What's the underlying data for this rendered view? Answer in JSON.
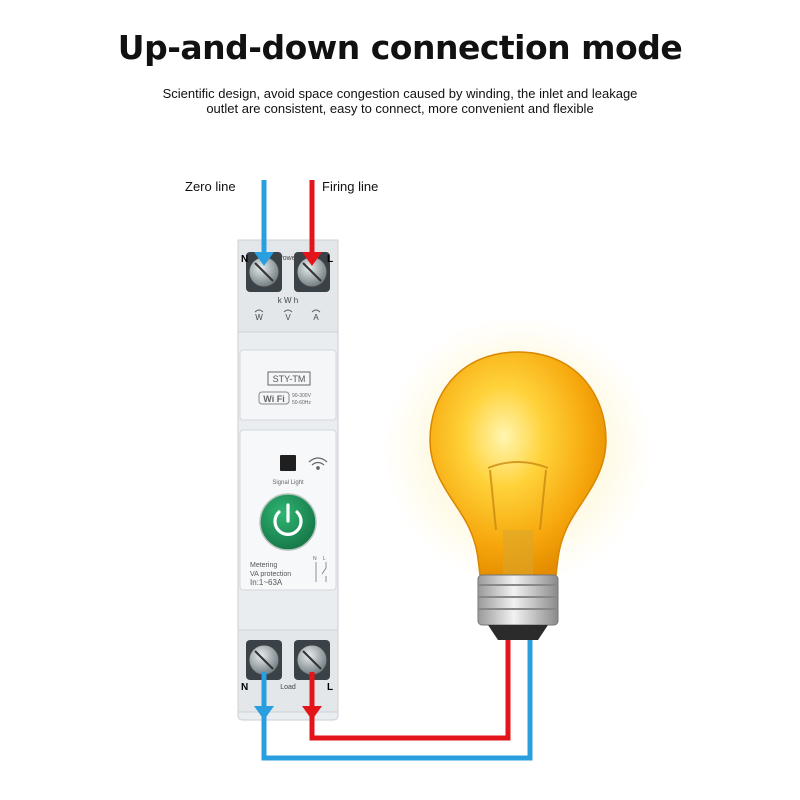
{
  "title": "Up-and-down connection mode",
  "subtitle_line1": "Scientific design, avoid space congestion caused by winding, the inlet and leakage",
  "subtitle_line2": "outlet are consistent, easy to connect, more convenient and flexible",
  "labels": {
    "zero_line": "Zero line",
    "firing_line": "Firing line"
  },
  "device": {
    "top_n": "N",
    "top_l": "L",
    "power": "Power",
    "kwh": "k W h",
    "w": "W",
    "v": "V",
    "a": "A",
    "model": "STY-TM",
    "wifi": "Wi Fi",
    "voltage": "90-300V",
    "frequency": "50-60Hz",
    "signal_light": "Signal Light",
    "metering": "Metering",
    "va_protection": "VA protection",
    "current_range": "In:1~63A",
    "switch_n": "N",
    "switch_l": "L",
    "bottom_n": "N",
    "bottom_l": "L",
    "load": "Load"
  },
  "colors": {
    "neutral_wire": "#2a9fe0",
    "live_wire": "#e3151b",
    "power_button": "#1a8a55",
    "bulb": "#f7b500"
  }
}
